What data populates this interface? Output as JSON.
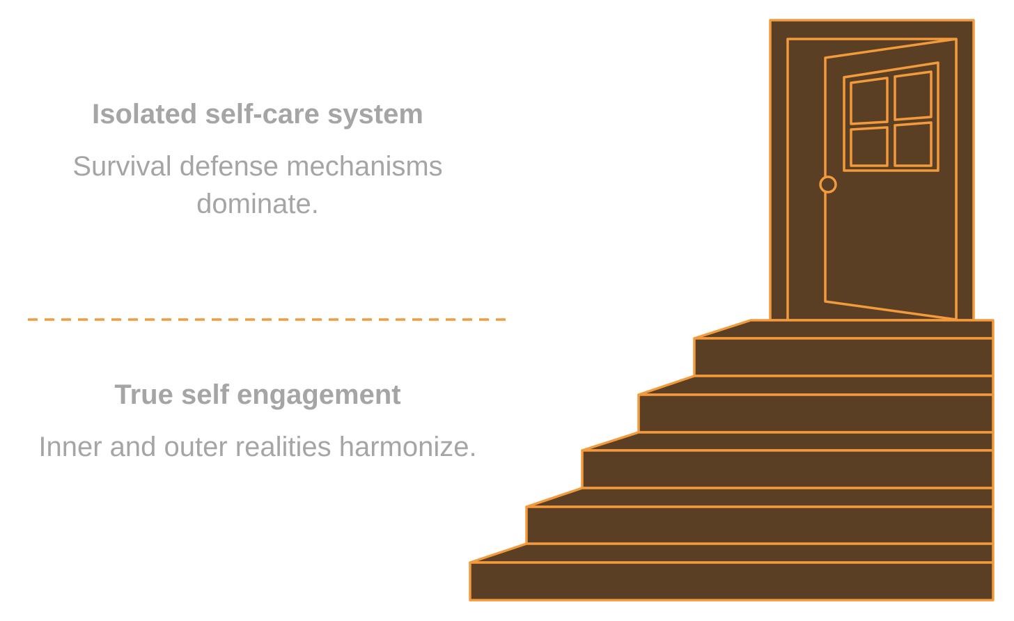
{
  "sections": {
    "upper": {
      "title": "Isolated self-care system",
      "description": "Survival defense mechanisms dominate."
    },
    "lower": {
      "title": "True self engagement",
      "description": "Inner and outer realities harmonize."
    }
  },
  "colors": {
    "text": "#a5a5a5",
    "accent_orange": "#f39a3c",
    "wood_brown": "#5b3f24",
    "background": "#ffffff"
  },
  "icons": [
    "door-icon",
    "window-icon",
    "doorknob-icon",
    "staircase-icon"
  ]
}
